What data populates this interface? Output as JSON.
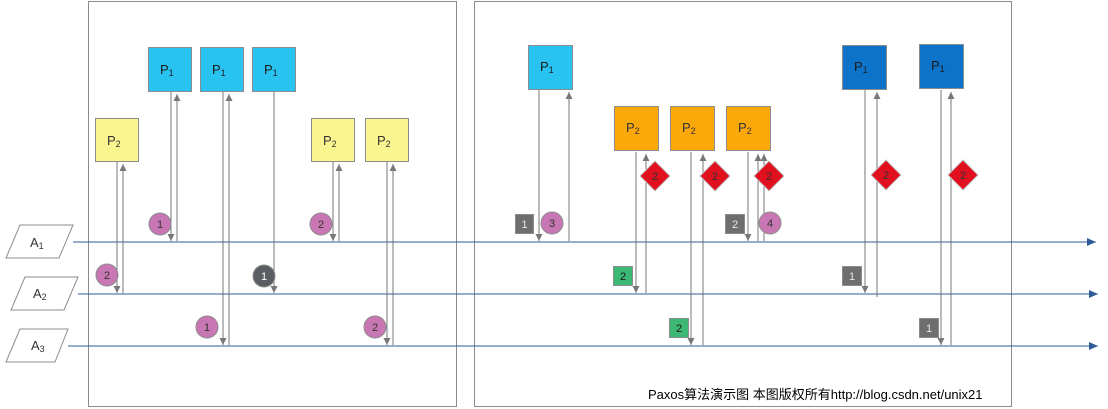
{
  "acceptors": [
    {
      "id": "A1",
      "label": "A",
      "sub": "1"
    },
    {
      "id": "A2",
      "label": "A",
      "sub": "2"
    },
    {
      "id": "A3",
      "label": "A",
      "sub": "3"
    }
  ],
  "proposer_labels": {
    "p1": "P",
    "p1_sub": "1",
    "p2": "P",
    "p2_sub": "2"
  },
  "colors": {
    "p1_light": "#29c3f2",
    "p1_dark": "#0d73c9",
    "p2_light": "#fbf58f",
    "p2_orange": "#fba90a",
    "circle_purple": "#c877b4",
    "circle_dark": "#5a5e63",
    "square_gray": "#6e6e6e",
    "square_green": "#3cb774",
    "diamond_red": "#e0101e",
    "timeline": "#2f5b97"
  },
  "markers": {
    "panel1": {
      "p2_first": "2",
      "p1_first_a1": "1",
      "p1_a2": "1",
      "p1_a3": "1",
      "p2_a1": "2",
      "p2_a3": "2"
    },
    "panel2": {
      "sq_a1_1": "1",
      "circ_a1_3": "3",
      "sq_a1_2": "2",
      "circ_a1_4": "4",
      "sq_a2_green": "2",
      "sq_a3_green": "2",
      "sq_a2_1": "1",
      "sq_a3_1": "1",
      "dia1": "2",
      "dia2": "2",
      "dia3": "2",
      "dia4": "2",
      "dia5": "2"
    }
  },
  "caption": "Paxos算法演示图 本图版权所有http://blog.csdn.net/unix21"
}
